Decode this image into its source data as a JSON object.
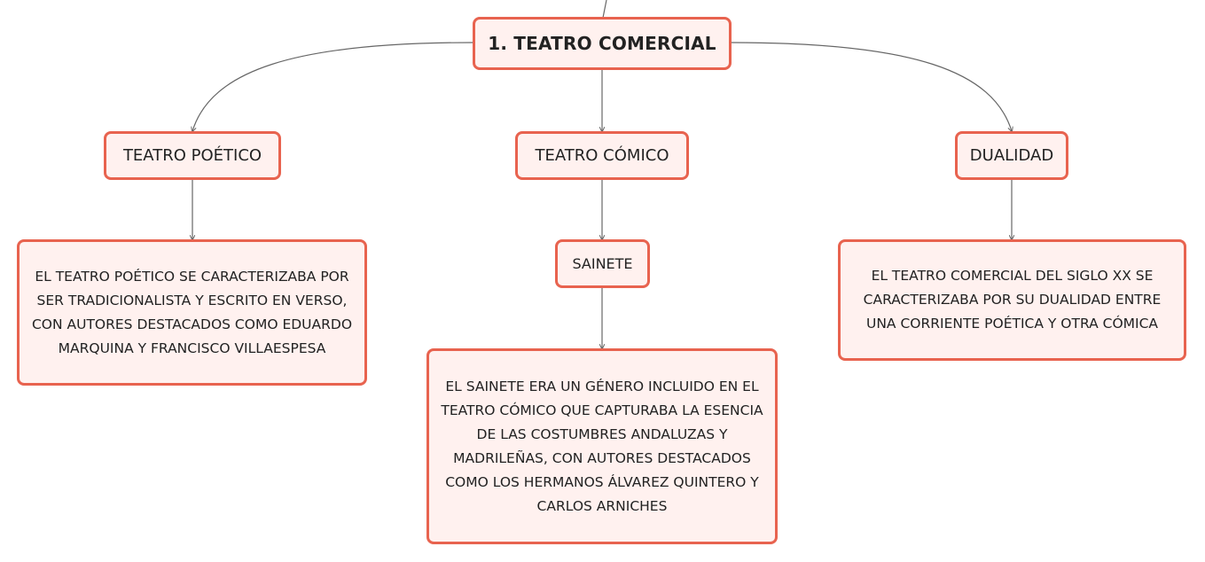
{
  "map": {
    "root": {
      "title": "1. TEATRO COMERCIAL"
    },
    "branches": [
      {
        "label": "TEATRO POÉTICO",
        "description": "EL TEATRO POÉTICO SE CARACTERIZABA POR SER TRADICIONALISTA Y ESCRITO EN VERSO, CON AUTORES DESTACADOS COMO EDUARDO MARQUINA Y FRANCISCO VILLAESPESA"
      },
      {
        "label": "TEATRO CÓMICO",
        "child": {
          "label": "SAINETE",
          "description": "EL SAINETE ERA UN GÉNERO INCLUIDO EN EL TEATRO CÓMICO QUE CAPTURABA LA ESENCIA DE LAS COSTUMBRES ANDALUZAS Y MADRILEÑAS, CON AUTORES DESTACADOS COMO LOS HERMANOS ÁLVAREZ QUINTERO Y CARLOS ARNICHES"
        }
      },
      {
        "label": "DUALIDAD",
        "description": "EL TEATRO COMERCIAL DEL SIGLO XX SE CARACTERIZABA POR SU DUALIDAD ENTRE UNA CORRIENTE POÉTICA Y OTRA CÓMICA"
      }
    ]
  },
  "colors": {
    "node_border": "#e8634f",
    "node_fill": "#fff1ef",
    "connector": "#666666",
    "text": "#222222"
  }
}
